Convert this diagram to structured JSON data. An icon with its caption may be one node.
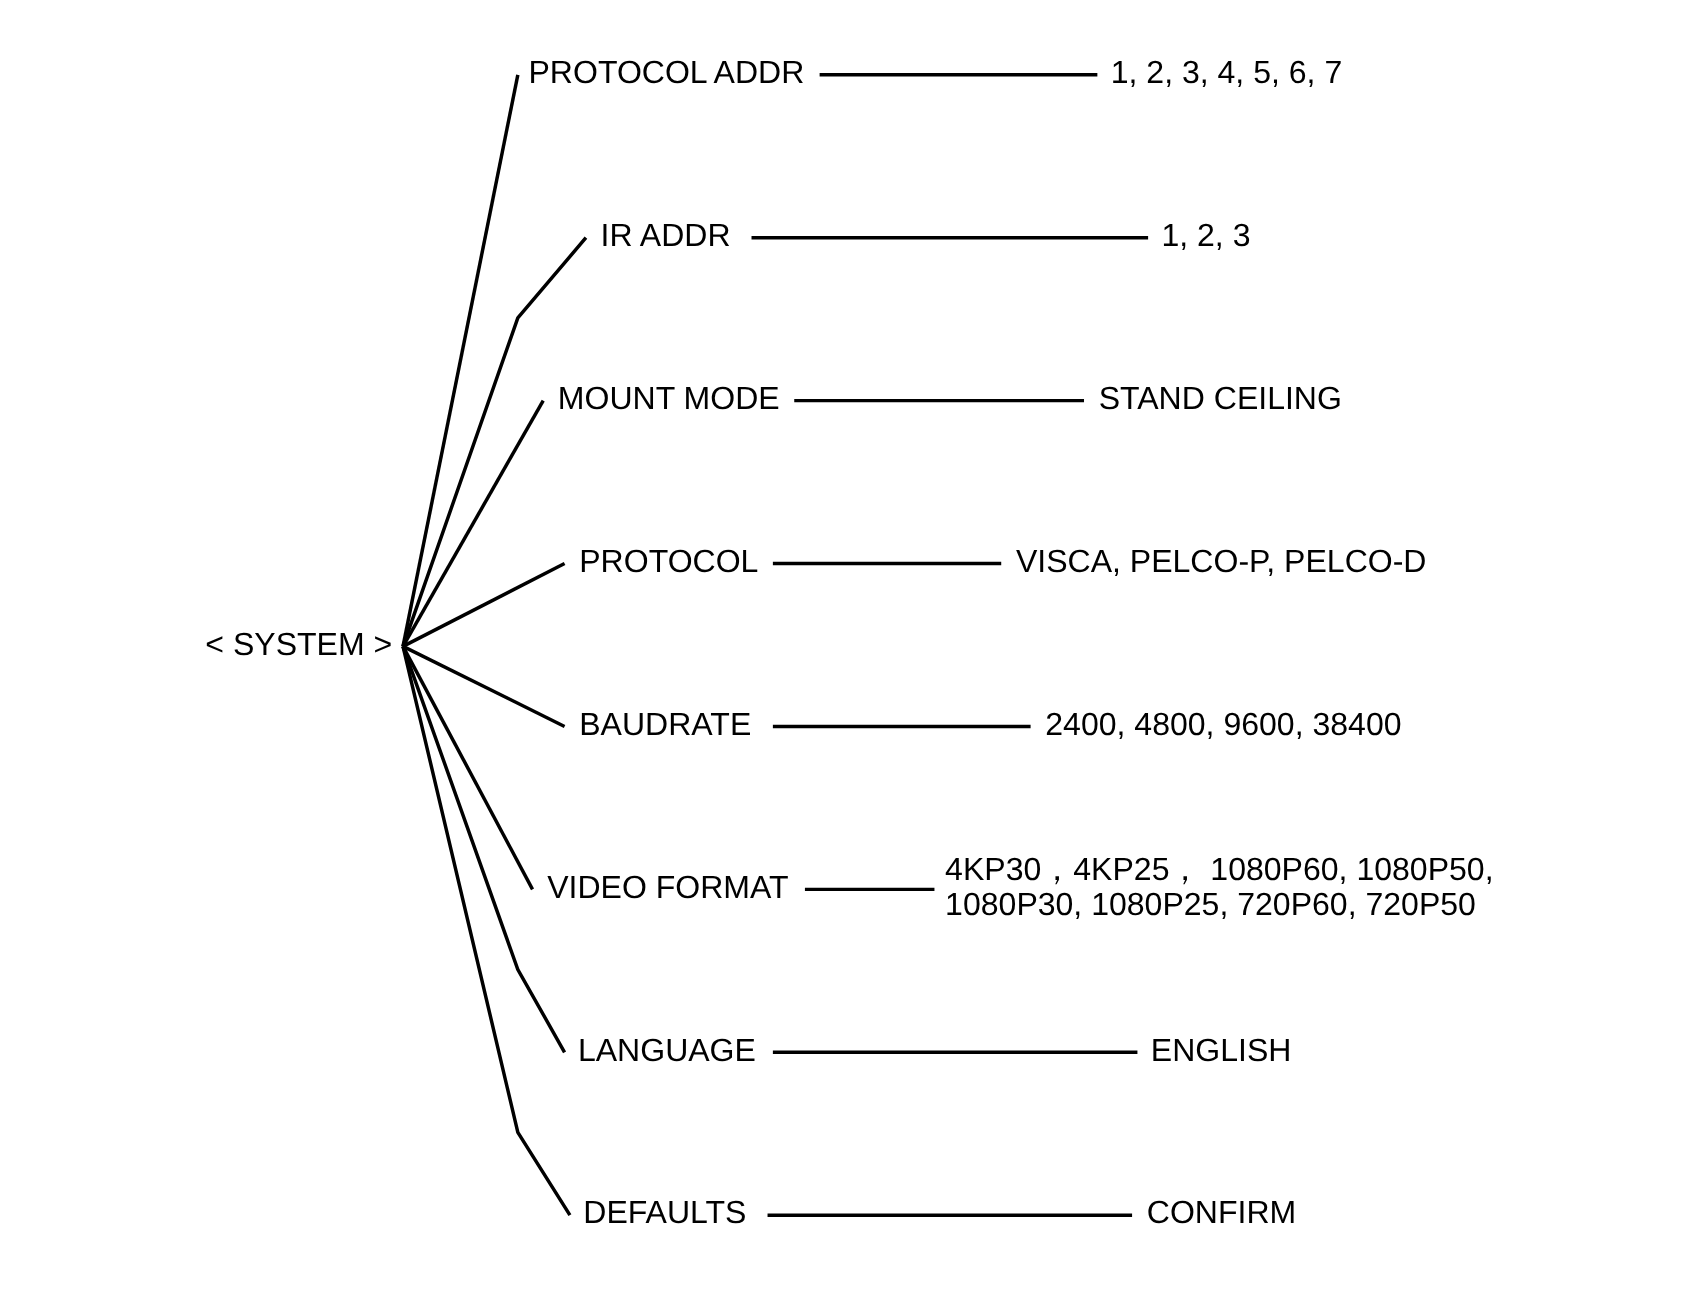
{
  "diagram": {
    "nodes": [
      {
        "text": [
          "< SYSTEM >"
        ]
      },
      {
        "text": [
          "PROTOCOL ADDR"
        ]
      },
      {
        "text": [
          "1, 2, 3, 4, 5, 6, 7"
        ]
      },
      {
        "text": [
          "IR ADDR"
        ]
      },
      {
        "text": [
          "1, 2, 3"
        ]
      },
      {
        "text": [
          "MOUNT MODE"
        ]
      },
      {
        "text": [
          "STAND CEILING"
        ]
      },
      {
        "text": [
          "PROTOCOL"
        ]
      },
      {
        "text": [
          "VISCA, PELCO-P, PELCO-D"
        ]
      },
      {
        "text": [
          "BAUDRATE"
        ]
      },
      {
        "text": [
          "2400, 4800, 9600, 38400"
        ]
      },
      {
        "text": [
          "VIDEO FORMAT"
        ]
      },
      {
        "text": [
          "4KP30，4KP25， 1080P60, 1080P50, 1080P30, 1080P25, 720P60, 720P50"
        ]
      },
      {
        "text": [
          "LANGUAGE"
        ]
      },
      {
        "text": [
          "ENGLISH"
        ]
      },
      {
        "text": [
          "DEFAULTS"
        ]
      },
      {
        "text": [
          "CONFIRM"
        ]
      }
    ],
    "edges": [
      {
        "from": 0,
        "to": 1,
        "arrow": "none"
      },
      {
        "from": 1,
        "to": 2,
        "arrow": "none"
      },
      {
        "from": 0,
        "to": 3,
        "arrow": "none"
      },
      {
        "from": 3,
        "to": 4,
        "arrow": "none"
      },
      {
        "from": 0,
        "to": 5,
        "arrow": "none"
      },
      {
        "from": 5,
        "to": 6,
        "arrow": "none"
      },
      {
        "from": 0,
        "to": 7,
        "arrow": "none"
      },
      {
        "from": 7,
        "to": 8,
        "arrow": "none"
      },
      {
        "from": 0,
        "to": 9,
        "arrow": "none"
      },
      {
        "from": 9,
        "to": 10,
        "arrow": "none"
      },
      {
        "from": 0,
        "to": 11,
        "arrow": "none"
      },
      {
        "from": 11,
        "to": 12,
        "arrow": "none"
      },
      {
        "from": 0,
        "to": 13,
        "arrow": "none"
      },
      {
        "from": 13,
        "to": 14,
        "arrow": "none"
      },
      {
        "from": 0,
        "to": 15,
        "arrow": "none"
      },
      {
        "from": 15,
        "to": 16,
        "arrow": "none"
      }
    ]
  }
}
